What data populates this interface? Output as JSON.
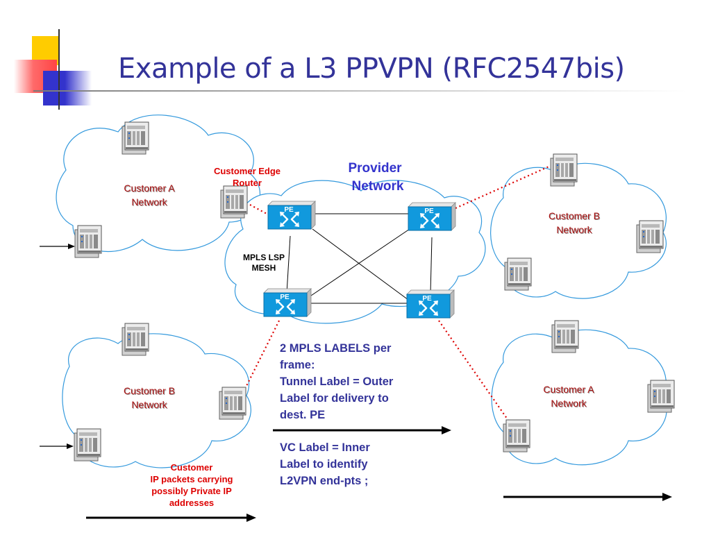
{
  "title": "Example of a L3 PPVPN (RFC2547bis)",
  "networks": {
    "customer_a_top": [
      "Customer  A",
      "Network"
    ],
    "customer_b_top": [
      "Customer B",
      "Network"
    ],
    "customer_b_bottom": [
      "Customer B",
      "Network"
    ],
    "customer_a_bottom": [
      "Customer A",
      "Network"
    ]
  },
  "labels": {
    "customer_edge": [
      "Customer Edge",
      "Router"
    ],
    "provider_network": [
      "Provider",
      "Network"
    ],
    "mpls_mesh": [
      "MPLS LSP",
      "MESH"
    ],
    "customer_packets": [
      "Customer",
      "IP packets carrying",
      "possibly Private IP",
      "addresses"
    ]
  },
  "pe_label": "PE",
  "info": {
    "block1": [
      "2 MPLS LABELS per",
      "frame:",
      "Tunnel Label = Outer",
      "Label for delivery to",
      "dest. PE"
    ],
    "block2": [
      "VC Label = Inner",
      "Label to identify",
      "L2VPN end-pts ;"
    ]
  },
  "icons": [
    "server-icon",
    "pe-router-icon",
    "arrow-icon",
    "cloud-icon"
  ],
  "colors": {
    "title": "#333399",
    "cloud_outline": "#3399dd",
    "pe_box": "#1199dd",
    "dotted_link": "#dd0000",
    "network_label": "#aa1111",
    "info_text": "#333399"
  }
}
